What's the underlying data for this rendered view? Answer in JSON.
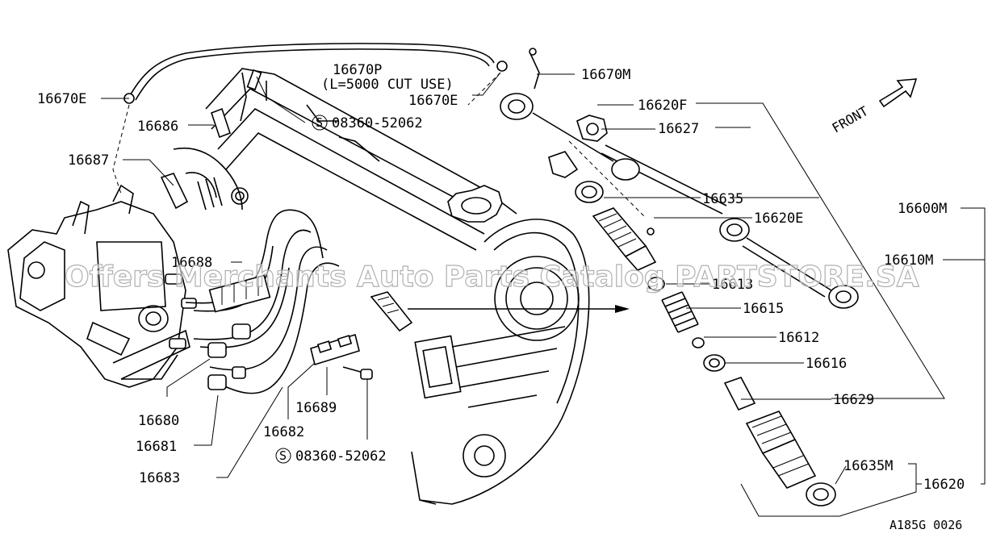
{
  "labels": {
    "p16670P": "16670P",
    "p16670P_note": "(L=5000 CUT USE)",
    "p16670M": "16670M",
    "p16670E_left": "16670E",
    "p16670E_right": "16670E",
    "p16620F": "16620F",
    "p16627": "16627",
    "p16686": "16686",
    "bolt_top": "08360-52062",
    "p16687": "16687",
    "p16635": "16635",
    "p16620E": "16620E",
    "p16600M": "16600M",
    "p16610M": "16610M",
    "p16613": "16613",
    "p16615": "16615",
    "p16612": "16612",
    "p16616": "16616",
    "p16629": "16629",
    "p16635M": "16635M",
    "p16620": "16620",
    "p16688": "16688",
    "p16680": "16680",
    "p16681": "16681",
    "p16682": "16682",
    "p16683": "16683",
    "p16689": "16689",
    "bolt_bottom": "08360-52062",
    "s_symbol": "S",
    "front": "FRONT",
    "figure_code": "A185G 0026"
  },
  "watermark": "Offers Merchants Auto Parts Catalog PARTSTORE.SA",
  "colors": {
    "ink": "#000000",
    "paper": "#ffffff",
    "watermark_stroke": "#b0b0b0"
  }
}
